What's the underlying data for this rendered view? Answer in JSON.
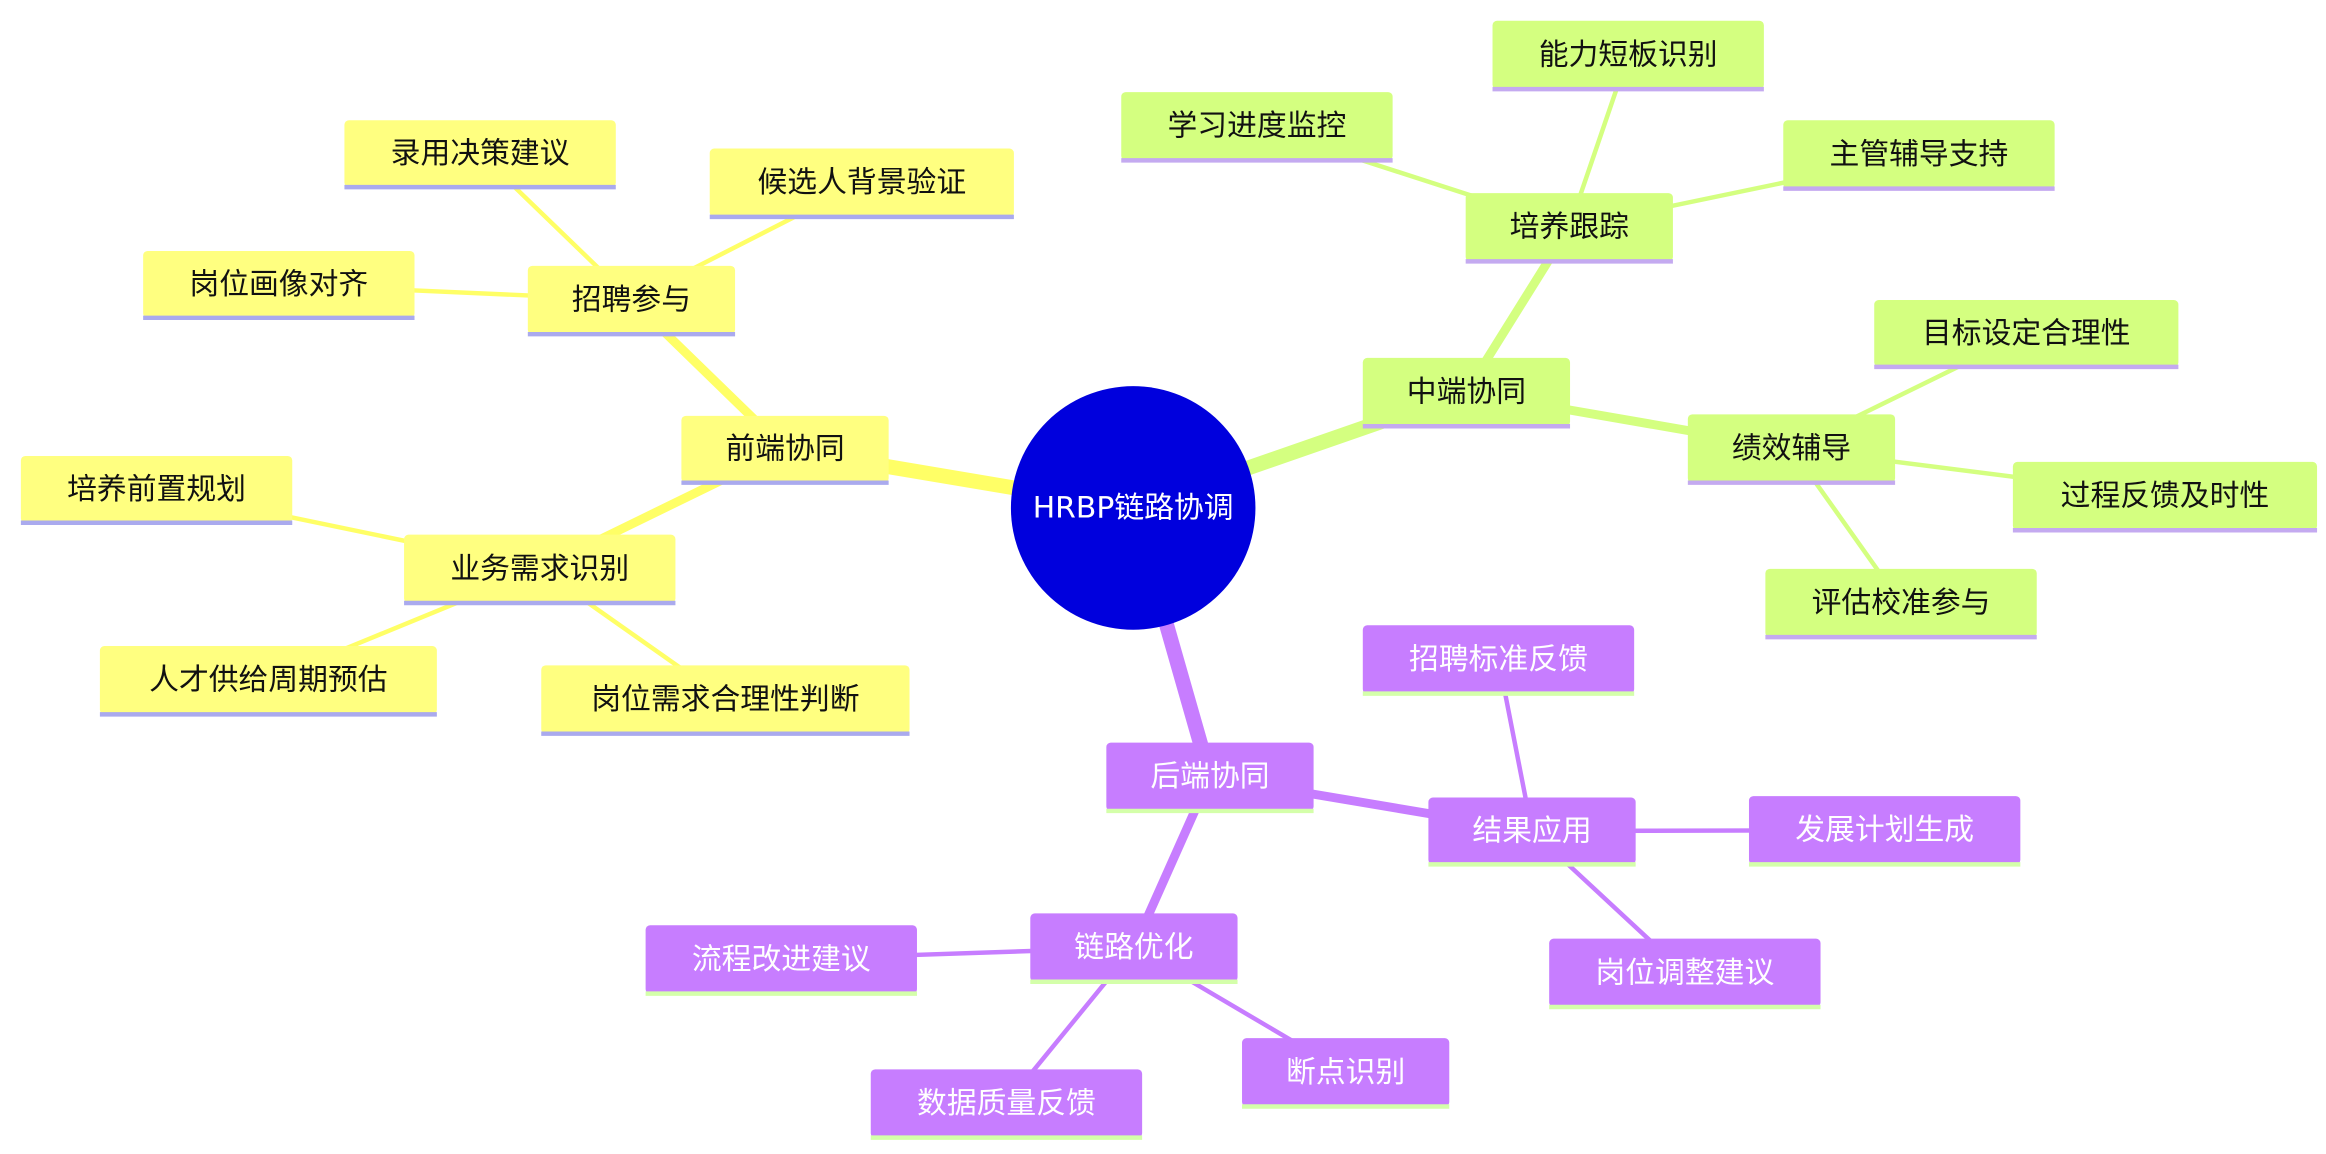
{
  "colors": {
    "root_fill": "#0000dd",
    "root_text": "#ffffff",
    "front_fill": "#ffff80",
    "front_edge": "#ffff66",
    "front_underline": "#aaaaee",
    "front_text": "#111111",
    "middle_fill": "#d4ff80",
    "middle_edge": "#d4ff80",
    "middle_underline": "#c4aaf0",
    "middle_text": "#111111",
    "back_fill": "#c77dff",
    "back_edge": "#c77dff",
    "back_underline": "#d4ffaa",
    "back_text": "#ffffff"
  },
  "root": {
    "label": "HRBP链路协调"
  },
  "branches": {
    "front": {
      "label": "前端协同",
      "children": {
        "recruit": {
          "label": "招聘参与",
          "leaves": {
            "decision": "录用决策建议",
            "background": "候选人背景验证",
            "profile": "岗位画像对齐"
          }
        },
        "demand": {
          "label": "业务需求识别",
          "leaves": {
            "planning": "培养前置规划",
            "supply": "人才供给周期预估",
            "judgement": "岗位需求合理性判断"
          }
        }
      }
    },
    "middle": {
      "label": "中端协同",
      "children": {
        "training": {
          "label": "培养跟踪",
          "leaves": {
            "gap": "能力短板识别",
            "progress": "学习进度监控",
            "coaching": "主管辅导支持"
          }
        },
        "performance": {
          "label": "绩效辅导",
          "leaves": {
            "goals": "目标设定合理性",
            "feedback": "过程反馈及时性",
            "calibration": "评估校准参与"
          }
        }
      }
    },
    "back": {
      "label": "后端协同",
      "children": {
        "results": {
          "label": "结果应用",
          "leaves": {
            "standard": "招聘标准反馈",
            "plan": "发展计划生成",
            "adjust": "岗位调整建议"
          }
        },
        "optimize": {
          "label": "链路优化",
          "leaves": {
            "process": "流程改进建议",
            "quality": "数据质量反馈",
            "breakpoints": "断点识别"
          }
        }
      }
    }
  }
}
